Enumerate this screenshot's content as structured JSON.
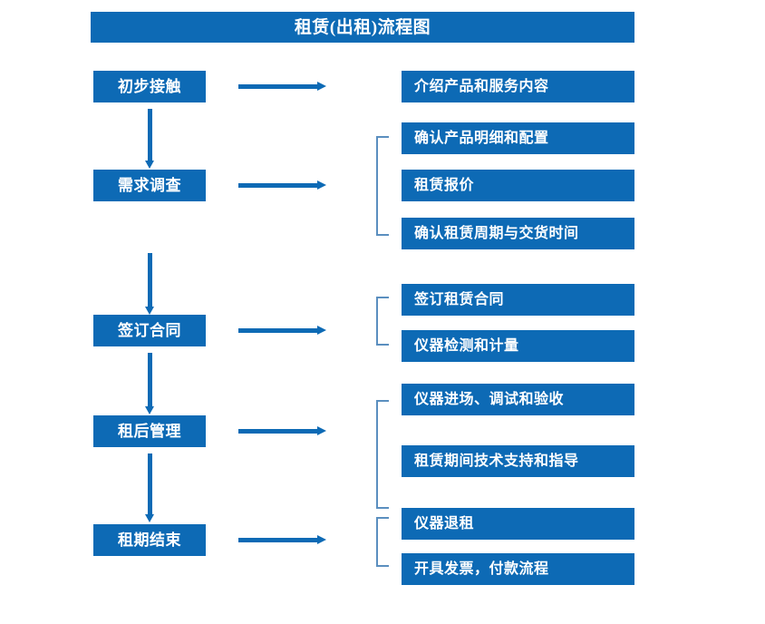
{
  "header": {
    "title": "租赁(出租)流程图"
  },
  "colors": {
    "primary_blue": "#0d6ab5",
    "bracket_blue": "#5b8fbf",
    "text_on_blue": "#ffffff",
    "background": "#ffffff"
  },
  "flow": {
    "stages": [
      {
        "label": "初步接触"
      },
      {
        "label": "需求调查"
      },
      {
        "label": "签订合同"
      },
      {
        "label": "租后管理"
      },
      {
        "label": "租期结束"
      }
    ],
    "details": [
      {
        "label": "介绍产品和服务内容"
      },
      {
        "label": "确认产品明细和配置"
      },
      {
        "label": "租赁报价"
      },
      {
        "label": "确认租赁周期与交货时间"
      },
      {
        "label": "签订租赁合同"
      },
      {
        "label": "仪器检测和计量"
      },
      {
        "label": "仪器进场、调试和验收"
      },
      {
        "label": "租赁期间技术支持和指导"
      },
      {
        "label": "仪器退租"
      },
      {
        "label": "开具发票，付款流程"
      }
    ]
  }
}
